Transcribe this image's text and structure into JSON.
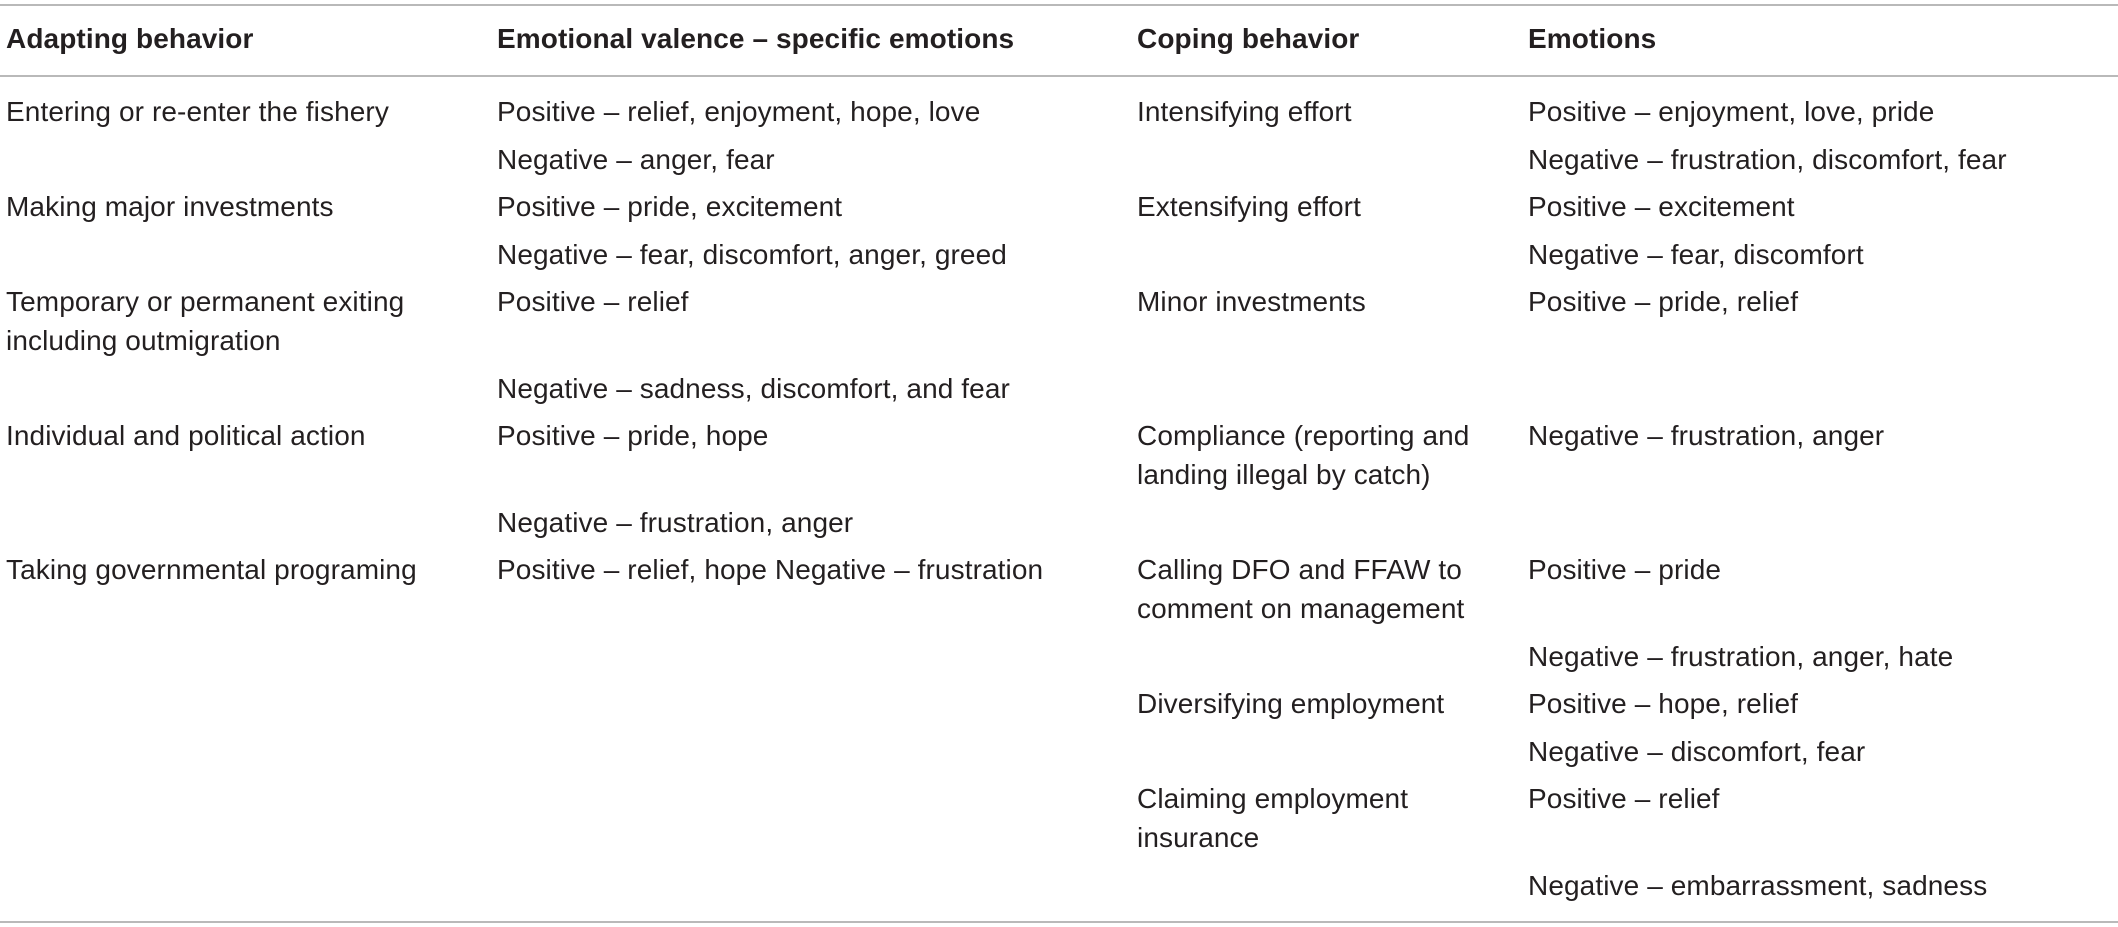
{
  "headers": {
    "adapting": "Adapting behavior",
    "valence": "Emotional valence – specific emotions",
    "coping": "Coping behavior",
    "emotions": "Emotions"
  },
  "adapting_rows": [
    {
      "behavior": "Entering or re-enter the fishery",
      "positive": "Positive – relief, enjoyment, hope, love",
      "negative": "Negative – anger, fear"
    },
    {
      "behavior": "Making major investments",
      "positive": "Positive – pride, excitement",
      "negative": "Negative – fear, discomfort, anger, greed"
    },
    {
      "behavior": "Temporary or permanent exiting\nincluding outmigration",
      "positive": "Positive – relief",
      "negative": "Negative – sadness, discomfort, and fear"
    },
    {
      "behavior": "Individual and political action",
      "positive": "Positive – pride, hope",
      "negative": "Negative – frustration, anger"
    },
    {
      "behavior": "Taking governmental programing",
      "positive": "Positive – relief, hope Negative – frustration",
      "negative": ""
    }
  ],
  "coping_rows": [
    {
      "behavior": "Intensifying effort",
      "positive": "Positive – enjoyment, love, pride",
      "negative": "Negative – frustration, discomfort, fear"
    },
    {
      "behavior": "Extensifying effort",
      "positive": "Positive – excitement",
      "negative": "Negative – fear, discomfort"
    },
    {
      "behavior": "Minor investments",
      "positive": "Positive – pride, relief",
      "negative": ""
    },
    {
      "behavior": "Compliance (reporting and\nlanding illegal by catch)",
      "positive": "Negative – frustration, anger",
      "negative": ""
    },
    {
      "behavior": "Calling DFO and FFAW to\ncomment on management",
      "positive": "Positive – pride",
      "negative": "Negative – frustration, anger, hate"
    },
    {
      "behavior": "Diversifying employment",
      "positive": "Positive – hope, relief",
      "negative": "Negative – discomfort, fear"
    },
    {
      "behavior": "Claiming employment\ninsurance",
      "positive": "Positive – relief",
      "negative": "Negative – embarrassment, sadness"
    }
  ]
}
